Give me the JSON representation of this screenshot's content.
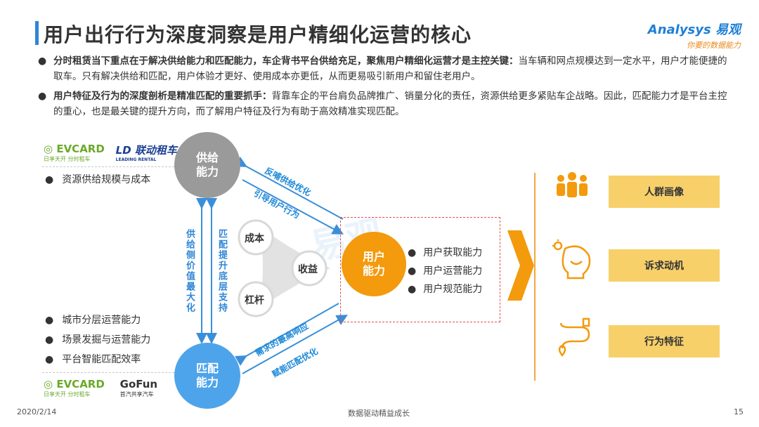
{
  "header": {
    "title": "用户出行行为深度洞察是用户精细化运营的核心",
    "logo_brand": "Analysys 易观",
    "logo_tagline": "你要的数据能力"
  },
  "bullets": [
    {
      "bold": "分时租赁当下重点在于解决供给能力和匹配能力，车企背书平台供给充足，聚焦用户精细化运营才是主控关键：",
      "text": "当车辆和网点规模达到一定水平，用户才能便捷的取车。只有解决供给和匹配，用户体验才更好、使用成本亦更低，从而更易吸引新用户和留住老用户。"
    },
    {
      "bold": "用户特征及行为的深度剖析是精准匹配的重要抓手：",
      "text": "背靠车企的平台肩负品牌推广、销量分化的责任，资源供给更多紧贴车企战略。因此，匹配能力才是平台主控的重心，也是最关键的提升方向，而了解用户特征及行为有助于高效精准实现匹配。"
    }
  ],
  "diagram": {
    "supply": {
      "label1": "供给",
      "label2": "能力",
      "item": "资源供给规模与成本"
    },
    "match": {
      "label1": "匹配",
      "label2": "能力",
      "items": [
        "城市分层运营能力",
        "场景发掘与运营能力",
        "平台智能匹配效率"
      ]
    },
    "user": {
      "label1": "用户",
      "label2": "能力",
      "items": [
        "用户获取能力",
        "用户运营能力",
        "用户规范能力"
      ]
    },
    "brands_top": {
      "evcard": "EVCARD",
      "evcard_sub": "日享天开 分时租车",
      "leading": "LD 联动租车",
      "leading_sub": "LEADING RENTAL"
    },
    "brands_bottom": {
      "evcard": "EVCARD",
      "evcard_sub": "日享天开 分时租车",
      "gofun": "GoFun",
      "gofun_sub": "首汽共享汽车"
    },
    "vertical_left": "供给侧价值最大化",
    "vertical_right": "匹配提升底层支持",
    "arrow_top_1": "反哺供给优化",
    "arrow_top_2": "引导用户行为",
    "arrow_bottom_1": "需求的最高响应",
    "arrow_bottom_2": "赋能匹配优化",
    "triangle": {
      "a": "成本",
      "b": "收益",
      "c": "杠杆"
    },
    "right_boxes": [
      "人群画像",
      "诉求动机",
      "行为特征"
    ]
  },
  "footer": {
    "date": "2020/2/14",
    "center": "数据驱动精益成长",
    "page": "15"
  },
  "colors": {
    "accent_blue": "#2f86d6",
    "orange": "#f39a0d",
    "grey": "#9a9a9a",
    "light_blue": "#4ea4ea",
    "box_yellow": "#f8d06a"
  }
}
